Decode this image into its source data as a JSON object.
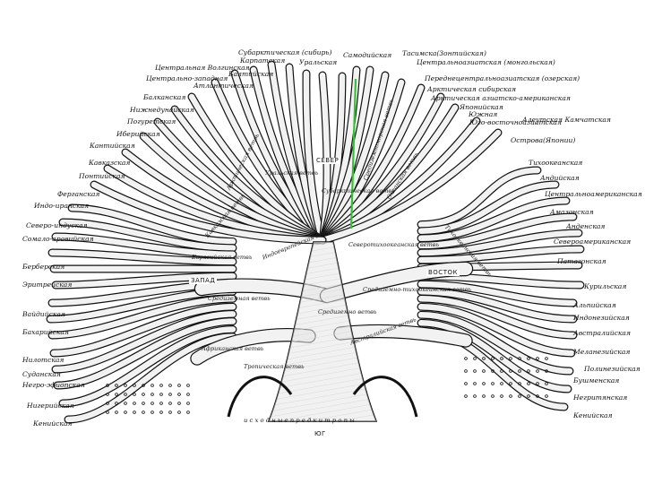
{
  "colors": {
    "ink": "#111111",
    "trunk_fill": "#e6e6e6",
    "branch_fill": "#f2f2f2",
    "highlight": "#33c233"
  },
  "directions": {
    "north": "СЕВЕР",
    "west": "ЗАПАД",
    "east": "ВОСТОК",
    "south": "ЮГ"
  },
  "roots_label": "и с х о д н ы е   п р е д к и   т р о п ы",
  "top_labels": [
    "Субарктическая (сибирь)",
    "Карпатская",
    "Уральская",
    "Самодийская",
    "Тасимска(Зонтийская)",
    "Центральноазиатская (монгольская)",
    "Центральная Волгинская",
    "Балтийская",
    "Центрально-западная",
    "Атлантическая",
    "Балканская",
    "Нижнедунайская",
    "Погуретская",
    "Иберийская",
    "Кантийская",
    "Переднецентральноазиатская (озерская)",
    "Арктическая сибирская",
    "Арктическая азиатско-американская",
    "Японийская",
    "Южная"
  ],
  "left_labels": [
    "Кавказская",
    "Понтийская",
    "Ферганская",
    "Индо-иранская",
    "Северо-индуская",
    "Сомало-аравийская",
    "Берберская",
    "Эритрейская",
    "Вайдийская",
    "Бахарийская",
    "Нилотская",
    "Суданская",
    "Негро-эфиопская",
    "Нигерийская",
    "Кенийская"
  ],
  "right_labels": [
    "Юго-восточноазиатская",
    "Алеутская Камчатская",
    "Острова(Японии)",
    "Тихоокеанская",
    "Андийская",
    "Центральноамериканская",
    "Амазонская",
    "Анденская",
    "Североамериканская",
    "Патагонская",
    "Курильская",
    "Альпийская",
    "Индонезийская",
    "Австралийская",
    "Меланезийская",
    "Полинезийская",
    "Бушменская",
    "Негритянская",
    "Кенийская"
  ],
  "inner_labels": [
    "Арктическая ветвь",
    "Уральская ветвь",
    "Субарктическая ветвь",
    "Средиземноморская ветвь",
    "Океанская ветвь",
    "Кавказская ветвь",
    "Индоевропейская ветвь",
    "Северотихоокеанская ветвь",
    "Тихоокеанская ветвь",
    "Евразийская ветвь",
    "Средиземная ветвь",
    "Средиземно ветвь",
    "Африканская ветвь",
    "Тропическая ветвь",
    "Средиземно-тихоокеанская ветвь",
    "Австралийская ветвь"
  ]
}
